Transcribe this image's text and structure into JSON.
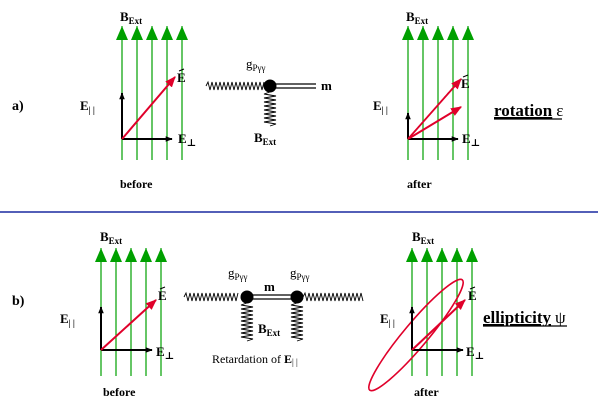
{
  "labels": {
    "row_a": "a)",
    "row_b": "b)",
    "b_ext_main": "B",
    "b_ext_sub": "Ext",
    "e_par_main": "E",
    "e_par_sub": "| |",
    "e_perp_main": "E",
    "e_perp_sub": "⊥",
    "e_vec": "E",
    "before": "before",
    "after": "after",
    "m": "m",
    "g_main": "g",
    "g_sub": "Pγγ",
    "rotation_word": "rotation",
    "rotation_symbol": "ε",
    "ellipticity_word": "ellipticity",
    "ellipticity_symbol": "ψ",
    "retardation_prefix": "Retardation of ",
    "retardation_main": "E",
    "retardation_sub": "| |"
  },
  "colors": {
    "field_lines": "#00a000",
    "vector": "#e0002a",
    "divider": "#1a2aa0",
    "axes": "#000000"
  }
}
